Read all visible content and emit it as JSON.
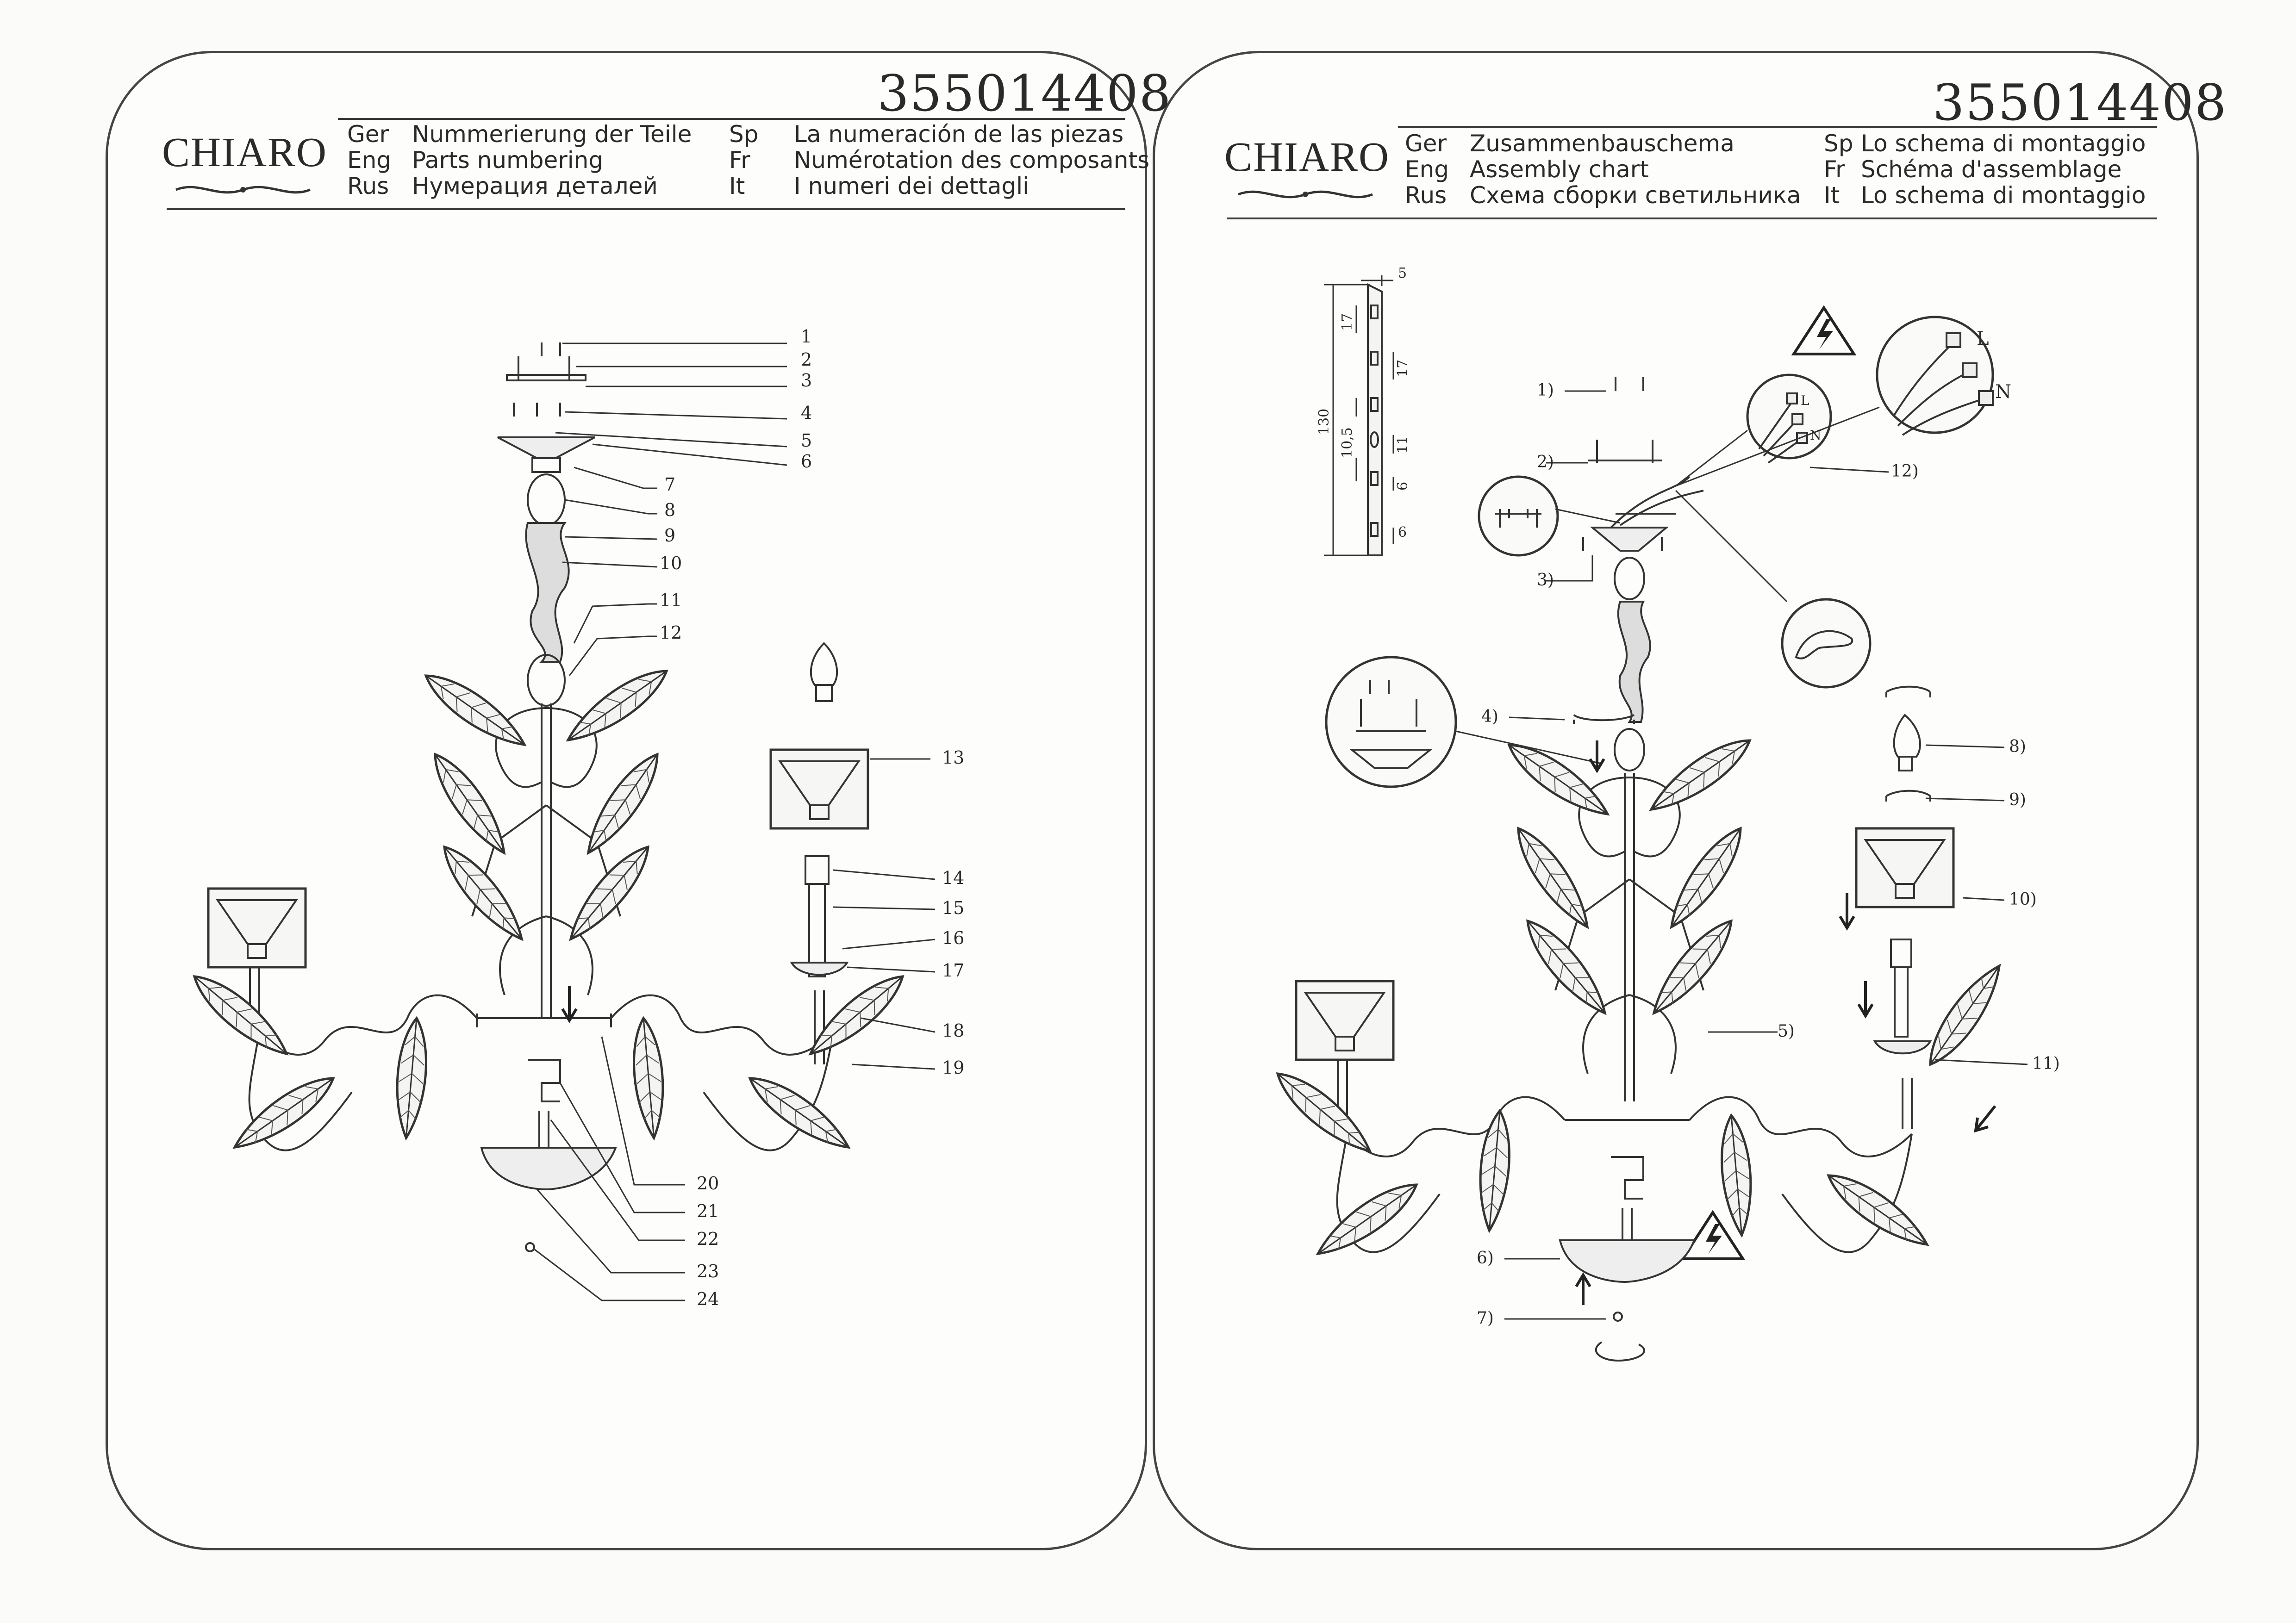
{
  "brand": "CHIARO",
  "left_panel": {
    "number": "355014408",
    "headers": [
      {
        "code": "Ger",
        "text": "Nummerierung der Teile"
      },
      {
        "code": "Eng",
        "text": "Parts numbering"
      },
      {
        "code": "Rus",
        "text": "Нумерация деталей"
      },
      {
        "code": "Sp",
        "text": "La numeración de las piezas"
      },
      {
        "code": "Fr",
        "text": "Numérotation des composants"
      },
      {
        "code": "It",
        "text": "I numeri dei dettagli"
      }
    ],
    "callouts": [
      "1",
      "2",
      "3",
      "4",
      "5",
      "6",
      "7",
      "8",
      "9",
      "10",
      "11",
      "12",
      "13",
      "14",
      "15",
      "16",
      "17",
      "18",
      "19",
      "20",
      "21",
      "22",
      "23",
      "24"
    ]
  },
  "right_panel": {
    "number": "355014408",
    "headers": [
      {
        "code": "Ger",
        "text": "Zusammenbauschema"
      },
      {
        "code": "Eng",
        "text": "Assembly chart"
      },
      {
        "code": "Rus",
        "text": "Схема сборки светильника"
      },
      {
        "code": "Sp",
        "text": "Lo schema di montaggio"
      },
      {
        "code": "Fr",
        "text": "Schéma d'assemblage"
      },
      {
        "code": "It",
        "text": "Lo schema di montaggio"
      }
    ],
    "steps": [
      "1)",
      "2)",
      "3)",
      "4)",
      "5)",
      "6)",
      "7)",
      "8)",
      "9)",
      "10)",
      "11)",
      "12)"
    ],
    "bracket_dimensions": [
      "5",
      "17",
      "17",
      "130",
      "10,5",
      "11",
      "6",
      "6"
    ],
    "wire_labels": [
      "L",
      "N",
      "L",
      "N"
    ]
  }
}
